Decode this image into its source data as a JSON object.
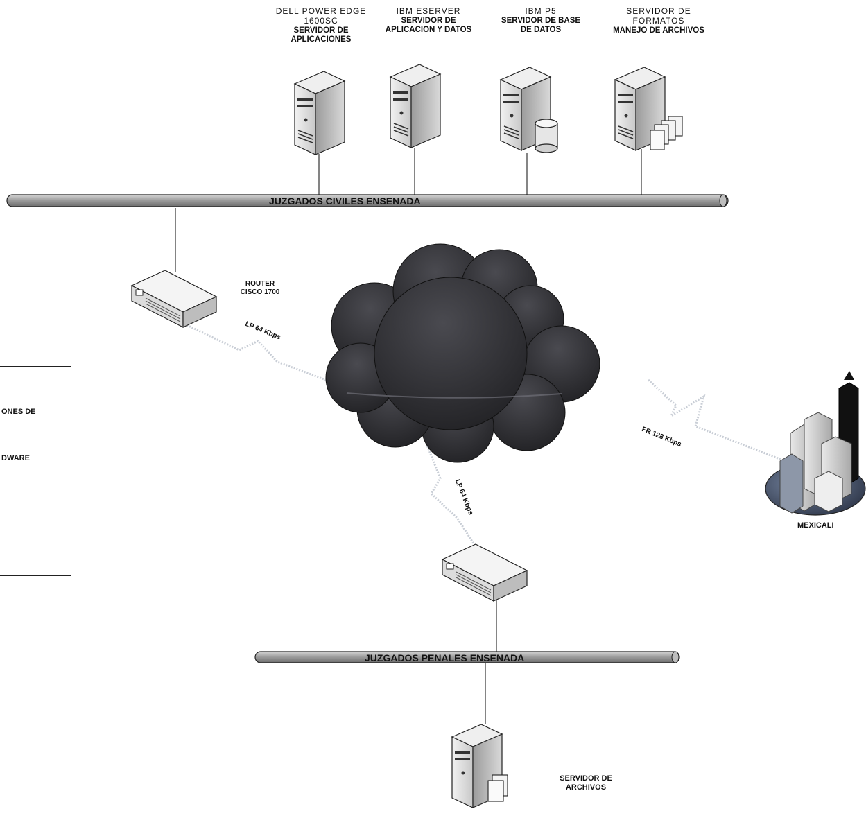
{
  "servers": [
    {
      "model": "DELL POWER EDGE 1600SC",
      "model_lines": [
        "DELL POWER EDGE",
        "1600SC"
      ],
      "role_lines": [
        "SERVIDOR DE",
        "APLICACIONES"
      ]
    },
    {
      "model": "IBM ESERVER",
      "model_lines": [
        "IBM ESERVER"
      ],
      "role_lines": [
        "SERVIDOR DE",
        "APLICACION Y DATOS"
      ]
    },
    {
      "model": "IBM P5",
      "model_lines": [
        "IBM P5"
      ],
      "role_lines": [
        "SERVIDOR DE BASE",
        "DE DATOS"
      ]
    },
    {
      "model": "SERVIDOR DE FORMATOS",
      "model_lines": [
        "SERVIDOR DE",
        "FORMATOS"
      ],
      "role_lines": [
        "MANEJO DE ARCHIVOS"
      ]
    }
  ],
  "buses": {
    "civil": "JUZGADOS CIVILES ENSENADA",
    "penal": "JUZGADOS PENALES ENSENADA"
  },
  "router": {
    "line1": "ROUTER",
    "line2": "CISCO 1700"
  },
  "links": {
    "civil_link": "LP 64 Kbps",
    "penal_link": "LP 64 Kbps",
    "mexicali_link": "FR 128 Kbps"
  },
  "remote_site": "MEXICALI",
  "file_server": {
    "line1": "SERVIDOR DE",
    "line2": "ARCHIVOS"
  },
  "legend": {
    "line1": "ONES DE",
    "line2": "DWARE"
  },
  "colors": {
    "cloud": "#2a2a2e",
    "bus": "#9a9a9a",
    "server_body": "#d7d7d7",
    "link": "#cfd3d8"
  }
}
